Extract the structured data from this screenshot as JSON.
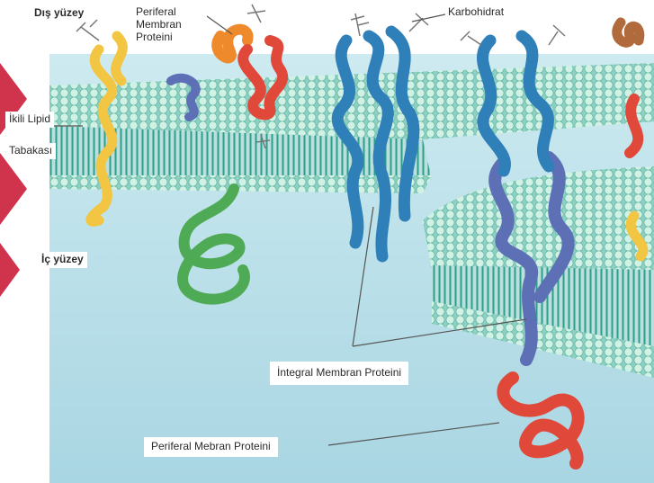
{
  "labels": {
    "outer_surface": "Dış yüzey",
    "peripheral_top": [
      "Periferal",
      "Membran",
      "Proteini"
    ],
    "carbohydrate": "Karbohidrat",
    "lipid_bilayer": [
      "İkili Lipid",
      "Tabakası"
    ],
    "inner_surface": "İç yüzey",
    "integral_protein": "İntegral Membran Proteini",
    "peripheral_bottom": "Periferal  Mebran Proteini"
  },
  "colors": {
    "background": "#bfe4ec",
    "membrane_head": "#bfe9d8",
    "membrane_tail": "#2f9c8c",
    "protein_yellow": "#f2c542",
    "protein_orange": "#ef8a2c",
    "protein_red": "#e0493a",
    "protein_blue": "#2f7fb8",
    "protein_violet": "#5d6fb5",
    "protein_green": "#4faa55",
    "accent_red": "#c8102e"
  }
}
